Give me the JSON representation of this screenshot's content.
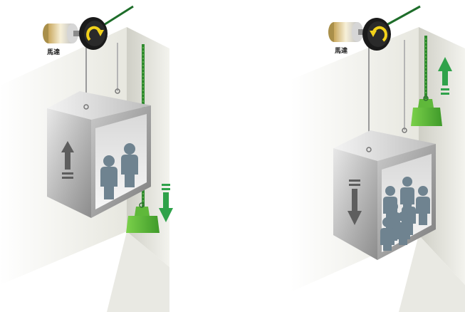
{
  "motor_label": "馬達",
  "panels": [
    {
      "name": "left",
      "cabin_direction": "up",
      "counterweight_direction": "down",
      "passenger_count": 2
    },
    {
      "name": "right",
      "cabin_direction": "down",
      "counterweight_direction": "up",
      "passenger_count": 7
    }
  ],
  "colors": {
    "wall_shadow": "#d6d6ce",
    "wall_light": "#f1f1ec",
    "cabin_front": "#9a9a9a",
    "cabin_light": "#e2e2e2",
    "passenger": "#6f8390",
    "counterweight": "#5fb83a",
    "rail": "#2f8a2f",
    "arrow": "#2fa24a",
    "pulley_arrow": "#f2d21b"
  }
}
